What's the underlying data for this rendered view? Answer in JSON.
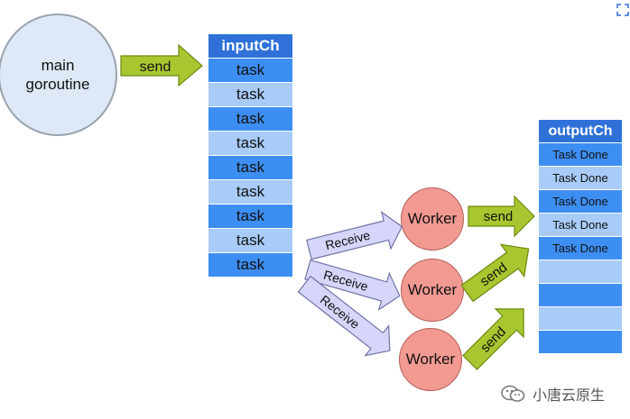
{
  "main": {
    "label": "main\ngoroutine"
  },
  "main_send_label": "send",
  "input_channel": {
    "title": "inputCh",
    "slots": [
      "task",
      "task",
      "task",
      "task",
      "task",
      "task",
      "task",
      "task",
      "task"
    ]
  },
  "workers": [
    "Worker",
    "Worker",
    "Worker"
  ],
  "receive_labels": [
    "Receive",
    "Receive",
    "Receive"
  ],
  "worker_send_labels": [
    "send",
    "send",
    "send"
  ],
  "output_channel": {
    "title": "outputCh",
    "slots": [
      "Task Done",
      "Task Done",
      "Task Done",
      "Task Done",
      "Task Done",
      "",
      "",
      "",
      ""
    ]
  },
  "watermark": {
    "text": "小唐云原生"
  },
  "colors": {
    "channel_header": "#2f71d9",
    "slot_dark": "#3d8ef2",
    "slot_light": "#a9cbf7",
    "send_arrow": "#a8c62f",
    "receive_arrow": "#d6d6fa",
    "worker": "#f29a92",
    "main_circle": "#dfe8f6"
  }
}
